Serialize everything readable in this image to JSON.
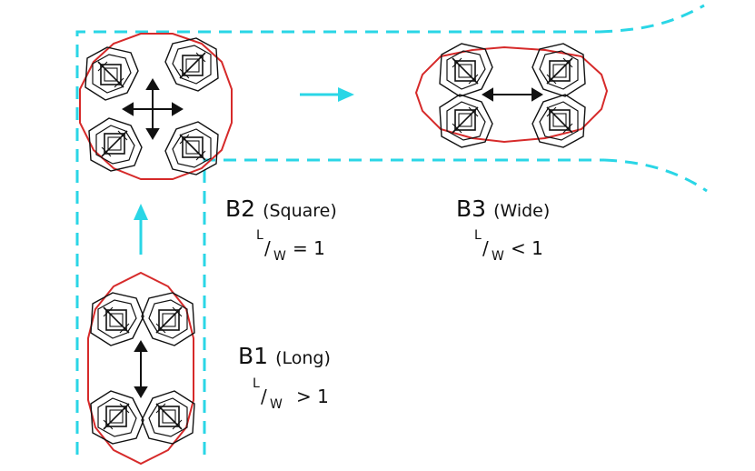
{
  "colors": {
    "corridor": "#2ad6e6",
    "outline": "#d62a2a",
    "ink": "#111111",
    "background": "#ffffff"
  },
  "labels": {
    "b1": {
      "code": "B1",
      "name": "(Long)",
      "ratio_l": "L",
      "ratio_w": "W",
      "ratio_rel": "> 1"
    },
    "b2": {
      "code": "B2",
      "name": "(Square)",
      "ratio_l": "L",
      "ratio_w": "W",
      "ratio_rel": "= 1"
    },
    "b3": {
      "code": "B3",
      "name": "(Wide)",
      "ratio_l": "L",
      "ratio_w": "W",
      "ratio_rel": "< 1"
    }
  },
  "icons": {
    "up_arrow": "up-arrow-icon",
    "right_arrow": "right-arrow-icon",
    "four_way_arrow": "four-way-arrow-icon",
    "vertical_arrow": "vertical-double-arrow-icon",
    "horizontal_arrow": "horizontal-double-arrow-icon"
  }
}
